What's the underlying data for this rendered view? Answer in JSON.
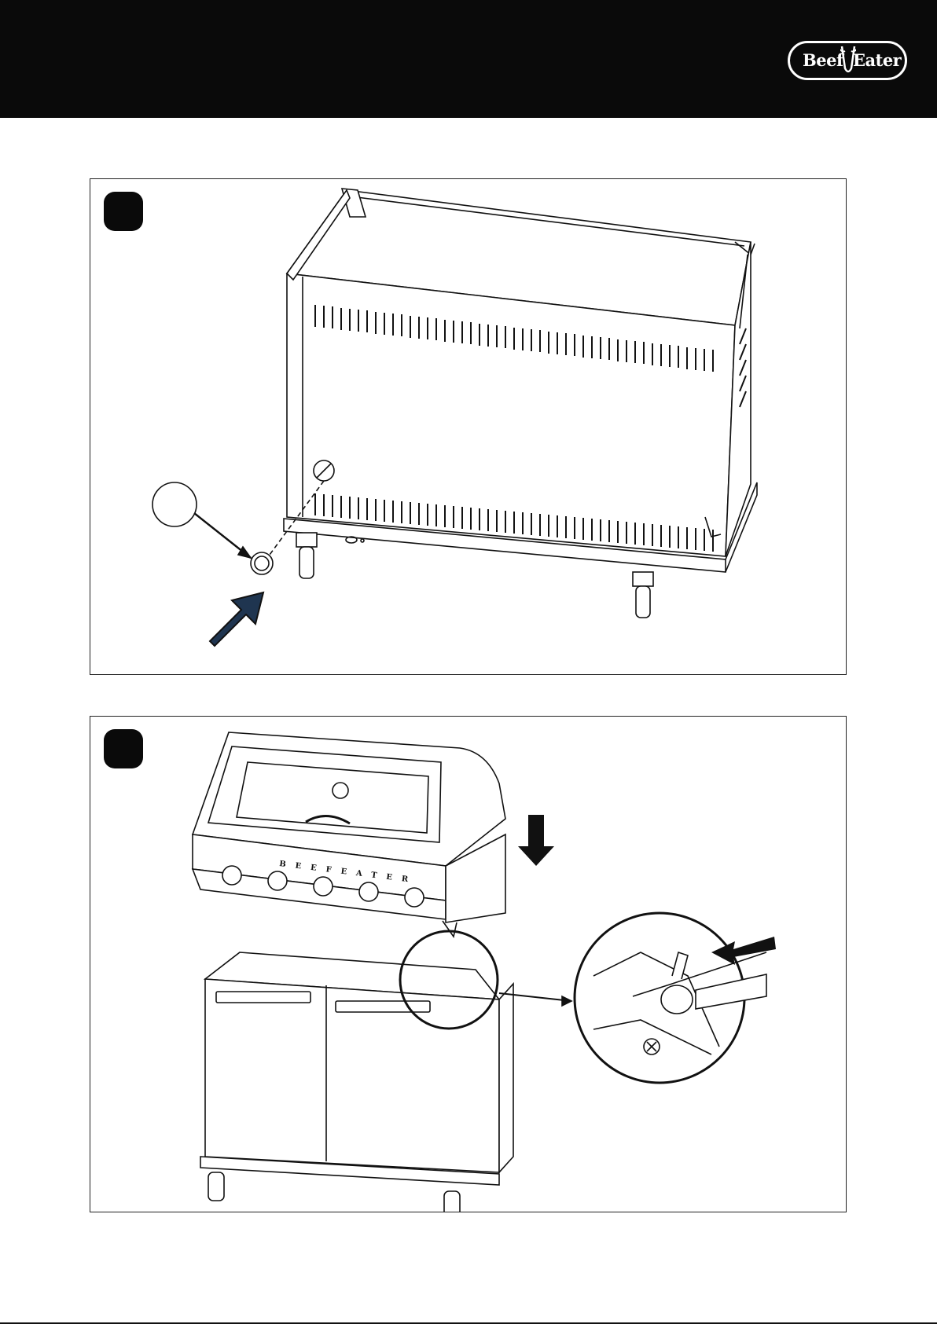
{
  "brand": {
    "name_left": "Beef",
    "name_right": "Eater",
    "brand_color": "#0a0a0a"
  },
  "cooktop": {
    "fascia_lettering": "BEEFEATER",
    "burner_knob_count": 5
  },
  "steps": [
    {
      "label": "",
      "image": "cart-cabinet-insert-grommet"
    },
    {
      "label": "",
      "image": "lower-bbq-onto-cart-connect-gas"
    }
  ],
  "callout": {
    "label": ""
  },
  "footer": {
    "code": ""
  }
}
